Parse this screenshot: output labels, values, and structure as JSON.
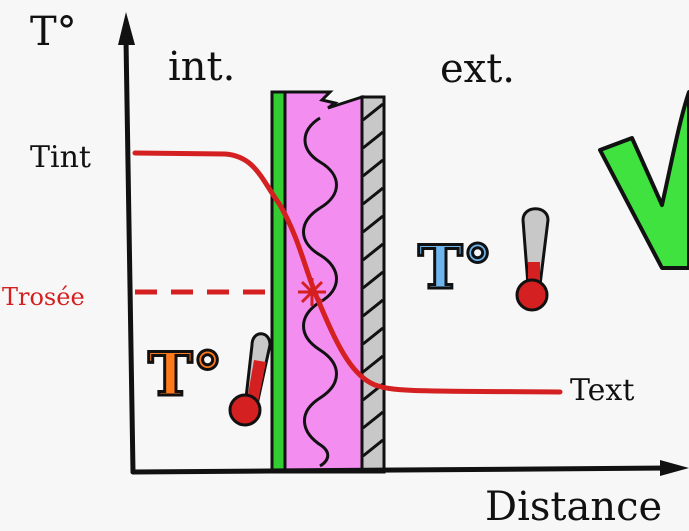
{
  "axes": {
    "y_label": "T°",
    "x_label": "Distance"
  },
  "zones": {
    "interior": "int.",
    "exterior": "ext."
  },
  "temperatures": {
    "t_int": "Tint",
    "t_rosee": "Trosée",
    "t_ext": "Text"
  },
  "thermometers": {
    "inside_symbol": "T°",
    "outside_symbol": "T°"
  },
  "colors": {
    "curve": "#d42020",
    "dew_point": "#d42020",
    "green_layer": "#33cc33",
    "insulation": "#f38df0",
    "cladding": "#9a9a9a",
    "inside_T": "#ff7a1a",
    "outside_T": "#6fb6ee",
    "check_mark": "#3fe23f"
  },
  "icons": [
    "check-mark-icon",
    "thermometer-icon"
  ]
}
